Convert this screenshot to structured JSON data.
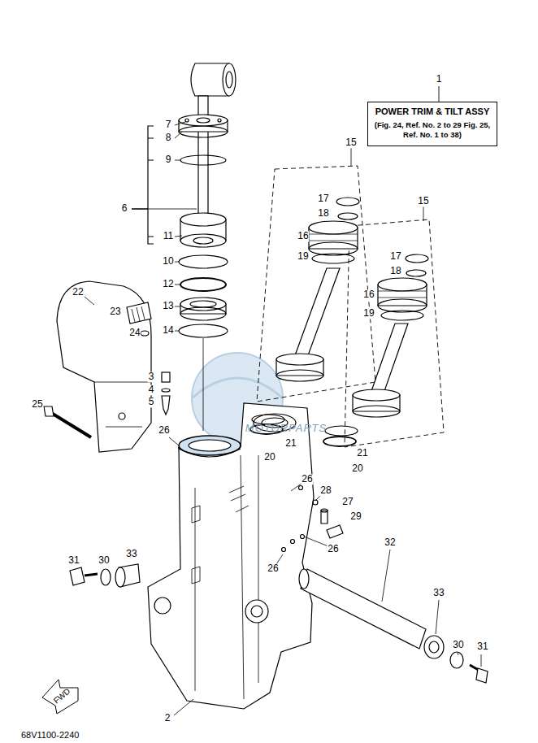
{
  "diagram": {
    "nodes": [
      {
        "text": [
          "POWER TRIM & TILT ASSY",
          "(Fig. 24, Ref. No. 2 to 29 Fig. 25, Ref. No. 1 to 38)"
        ]
      }
    ],
    "labels": [
      "1",
      "15",
      "15",
      "7",
      "8",
      "9",
      "6",
      "17",
      "18",
      "16",
      "19",
      "17",
      "18",
      "16",
      "19",
      "11",
      "10",
      "22",
      "12",
      "13",
      "23",
      "24",
      "14",
      "3",
      "4",
      "5",
      "21",
      "20",
      "21",
      "20",
      "25",
      "26",
      "26",
      "28",
      "27",
      "29",
      "26",
      "26",
      "31",
      "30",
      "33",
      "32",
      "33",
      "30",
      "31",
      "2",
      "FWD",
      "68V1100-2240",
      "MOTORPARTS"
    ]
  }
}
